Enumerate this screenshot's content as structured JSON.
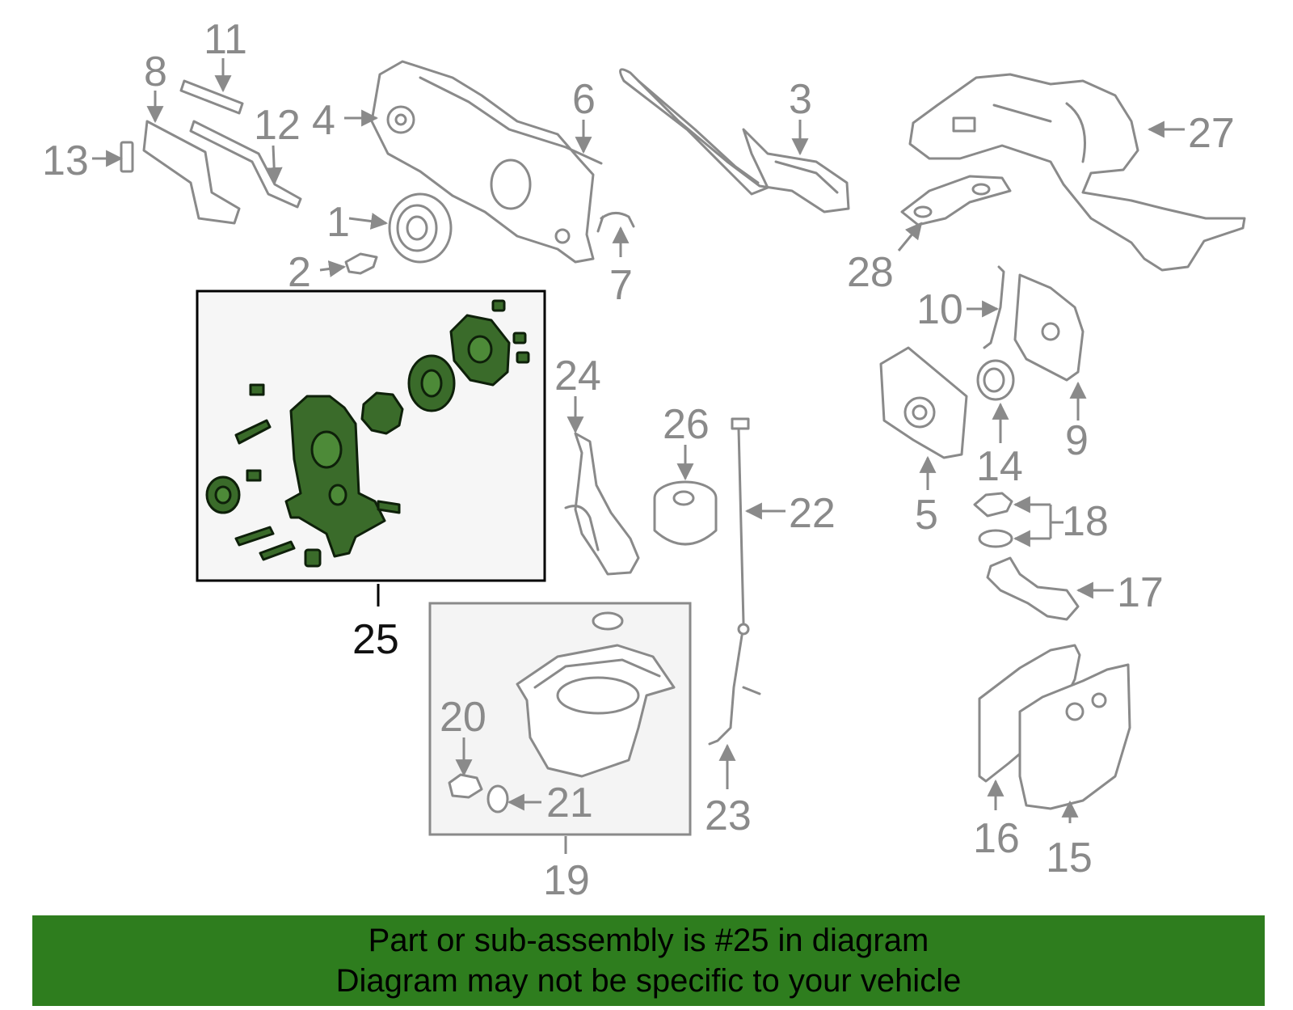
{
  "diagram": {
    "highlighted_part": "25",
    "callouts": [
      "1",
      "2",
      "3",
      "4",
      "5",
      "6",
      "7",
      "8",
      "9",
      "10",
      "11",
      "12",
      "13",
      "14",
      "15",
      "16",
      "17",
      "18",
      "19",
      "20",
      "21",
      "22",
      "23",
      "24",
      "25",
      "26",
      "27",
      "28"
    ]
  },
  "banner": {
    "line1": "Part or sub-assembly is #25 in diagram",
    "line2": "Diagram may not be specific to your vehicle"
  },
  "colors": {
    "highlight_green": "#3a6b2a",
    "banner_green": "#2e7d1e",
    "line_gray": "#8a8a8a"
  }
}
